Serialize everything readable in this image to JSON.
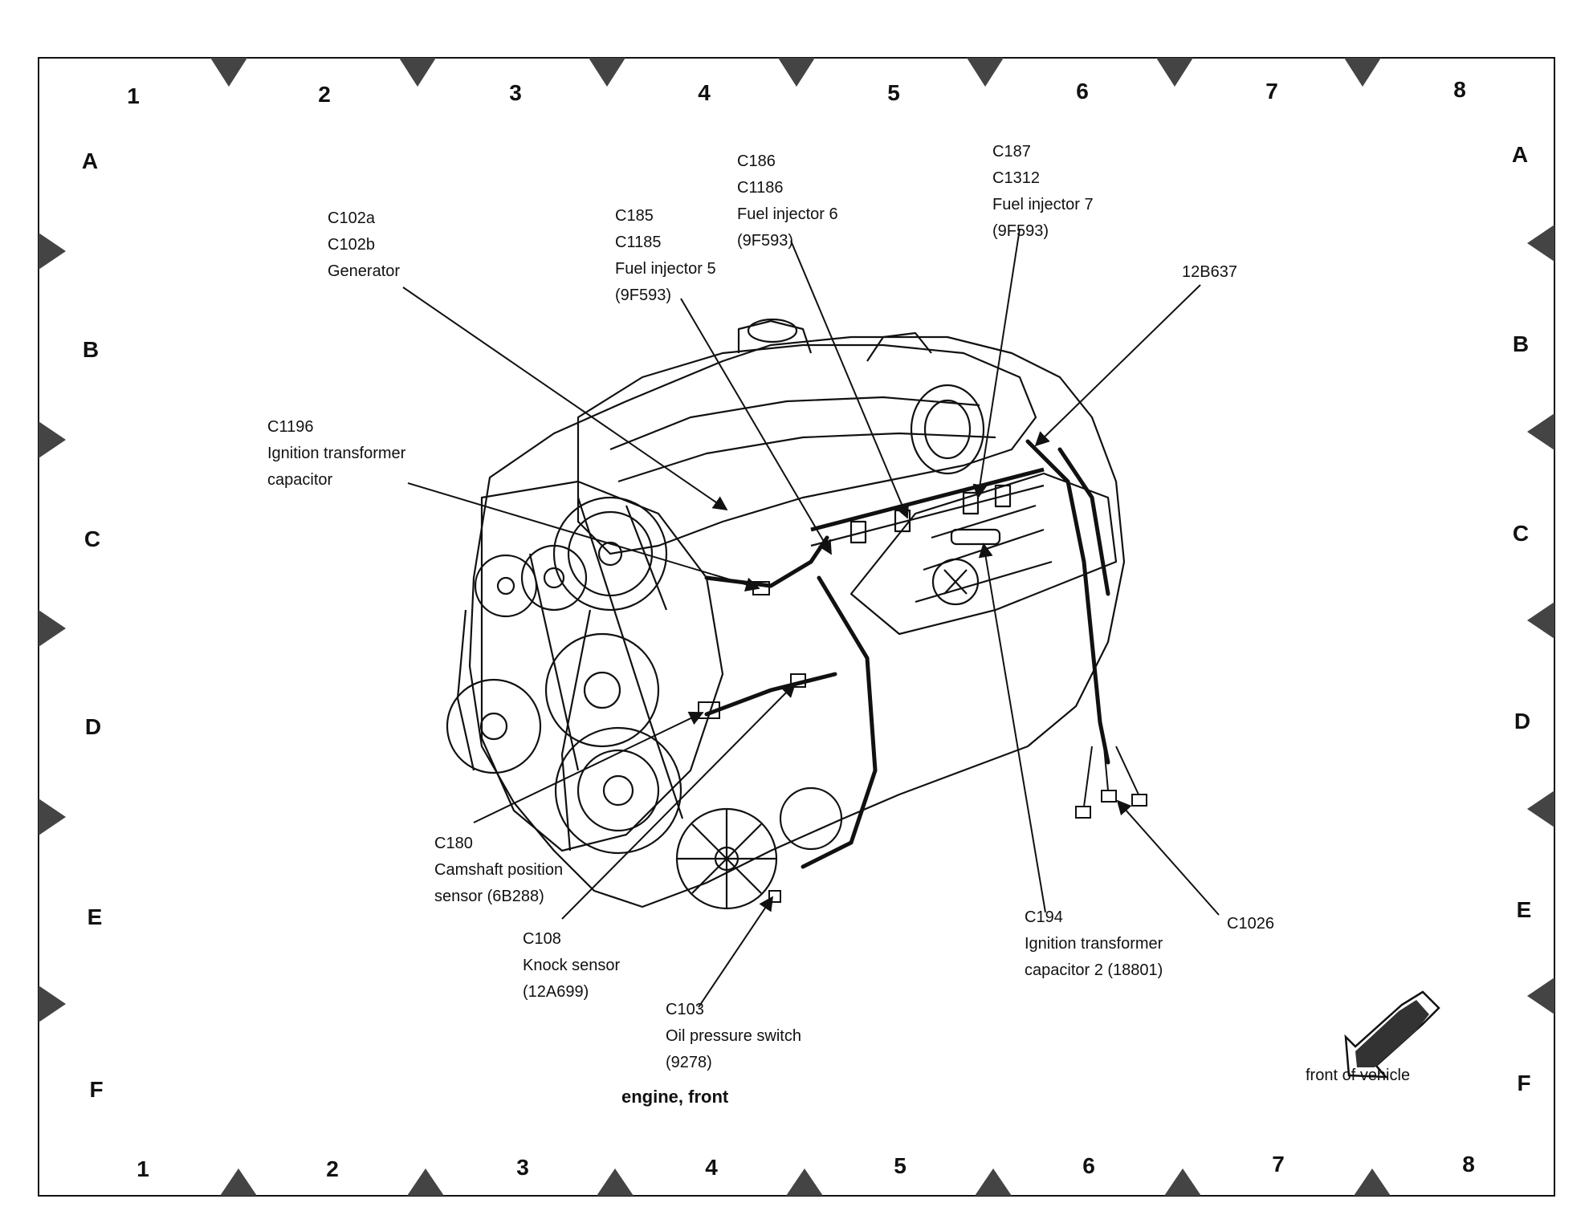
{
  "grid": {
    "columns": [
      "1",
      "2",
      "3",
      "4",
      "5",
      "6",
      "7",
      "8"
    ],
    "rows": [
      "A",
      "B",
      "C",
      "D",
      "E",
      "F"
    ]
  },
  "callouts": {
    "c102": {
      "lines": [
        "C102a",
        "C102b",
        "Generator"
      ]
    },
    "c185": {
      "lines": [
        "C185",
        "C1185",
        "Fuel injector 5",
        "(9F593)"
      ]
    },
    "c186": {
      "lines": [
        "C186",
        "C1186",
        "Fuel injector 6",
        "(9F593)"
      ]
    },
    "c187": {
      "lines": [
        "C187",
        "C1312",
        "Fuel injector 7",
        "(9F593)"
      ]
    },
    "c12b637": {
      "lines": [
        "12B637"
      ]
    },
    "c1196": {
      "lines": [
        "C1196",
        "Ignition transformer",
        "capacitor"
      ]
    },
    "c180": {
      "lines": [
        "C180",
        "Camshaft position",
        "sensor (6B288)"
      ]
    },
    "c108": {
      "lines": [
        "C108",
        "Knock sensor",
        "(12A699)"
      ]
    },
    "c103": {
      "lines": [
        "C103",
        "Oil pressure switch",
        "(9278)"
      ]
    },
    "c194": {
      "lines": [
        "C194",
        "Ignition transformer",
        "capacitor 2 (18801)"
      ]
    },
    "c1026": {
      "lines": [
        "C1026"
      ]
    }
  },
  "title": "engine, front",
  "orientation_label": "front of vehicle",
  "colors": {
    "ink": "#111111",
    "marker": "#444444",
    "background": "#ffffff"
  }
}
